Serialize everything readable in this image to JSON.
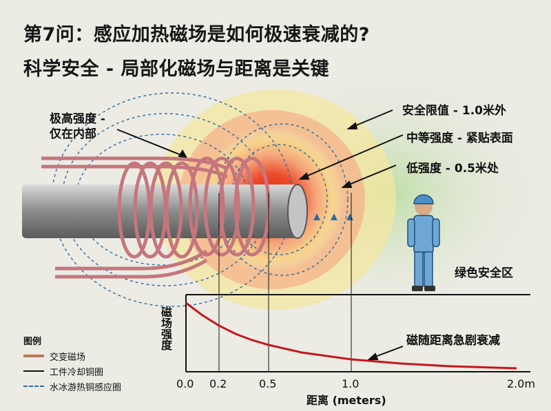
{
  "title": {
    "line1": "第7问：感应加热磁场是如何极速衰减的?",
    "line2": "科学安全 - 局部化磁场与距离是关键"
  },
  "labels": {
    "inside": [
      "极高强度 -",
      "仅在内部"
    ],
    "safe_limit": "安全限值 - 1.0米外",
    "medium": "中等强度 - 紧贴表面",
    "low": "低强度 - 0.5米处",
    "green_zone": "绿色安全区",
    "decay": "磁随距离急剧衰减"
  },
  "legend": {
    "title": "图例",
    "items": [
      "交变磁场",
      "工件冷却铜圈",
      "水冰游热铜感应圈"
    ]
  },
  "chart_data": {
    "type": "line",
    "ylabel": "磁场强度",
    "xlabel": "距离 (meters)",
    "x_ticks": [
      "0.0",
      "0.2",
      "0.5",
      "1.0",
      "2.0m"
    ],
    "x_tick_values": [
      0.0,
      0.2,
      0.5,
      1.0,
      2.0
    ],
    "xlim": [
      0,
      2.0
    ],
    "series": [
      {
        "x": [
          0.0,
          0.1,
          0.2,
          0.3,
          0.4,
          0.5,
          0.7,
          1.0,
          1.3,
          1.6,
          2.0
        ],
        "y": [
          1.0,
          0.82,
          0.67,
          0.55,
          0.46,
          0.39,
          0.28,
          0.18,
          0.12,
          0.08,
          0.05
        ]
      }
    ]
  },
  "colors": {
    "field": "#b87b5a",
    "coil": "#c5767c",
    "dashed": "#2d6aa3",
    "hot": "#e8321e",
    "safe": "#a6d48c"
  }
}
